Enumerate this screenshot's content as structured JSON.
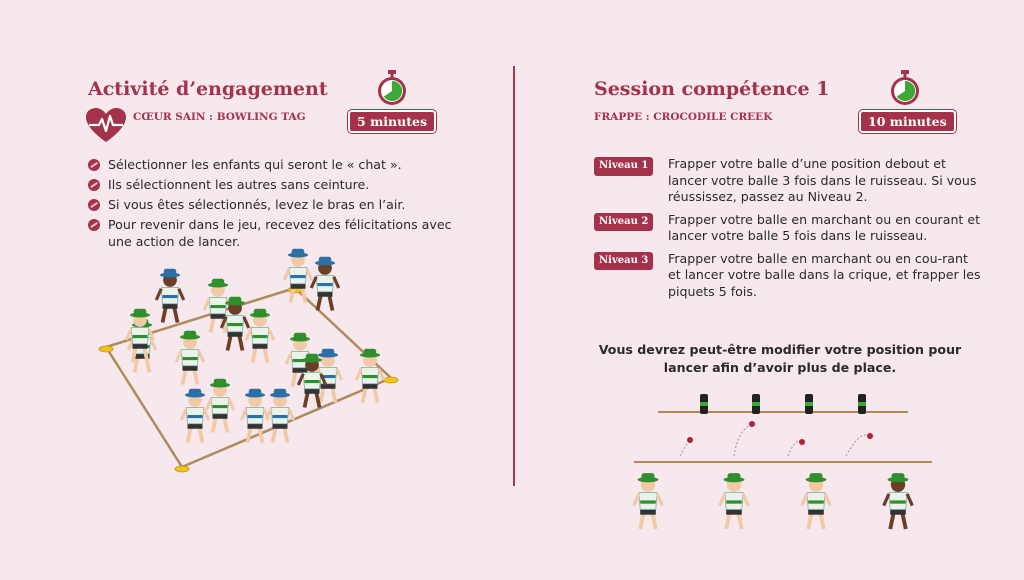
{
  "left": {
    "title": "Activité d’engagement",
    "subtitle": "CŒUR SAIN : BOWLING TAG",
    "timer": "5 minutes",
    "heart_icon": "heart-pulse-icon",
    "bullets": [
      "Sélectionner les enfants qui seront le « chat ».",
      "Ils sélectionnent les autres sans ceinture.",
      "Si vous êtes sélectionnés, levez le bras en l’air.",
      "Pour revenir dans le jeu, recevez des félicitations avec une action de lancer."
    ]
  },
  "right": {
    "title": "Session compétence 1",
    "subtitle": "FRAPPE : CROCODILE CREEK",
    "timer": "10 minutes",
    "levels": [
      {
        "tag": "Niveau 1",
        "text": "Frapper votre balle d’une position debout et lancer votre balle 3 fois dans le ruisseau. Si vous réussissez, passez au Niveau 2."
      },
      {
        "tag": "Niveau 2",
        "text": "Frapper votre balle en marchant ou en courant et lancer votre balle 5 fois dans le ruisseau."
      },
      {
        "tag": "Niveau 3",
        "text": "Frapper votre balle en marchant ou en cou-rant et lancer votre balle dans la crique, et frapper les piquets 5 fois."
      }
    ],
    "note": "Vous devrez peut-être modifier votre position pour lancer afin d’avoir plus de place."
  },
  "colors": {
    "accent": "#a3324a",
    "background": "#f6e8ec",
    "timer_green": "#3aaa35",
    "hat_green": "#2f8f2f",
    "hat_blue": "#2a6fa8",
    "line": "#b08a5a"
  }
}
